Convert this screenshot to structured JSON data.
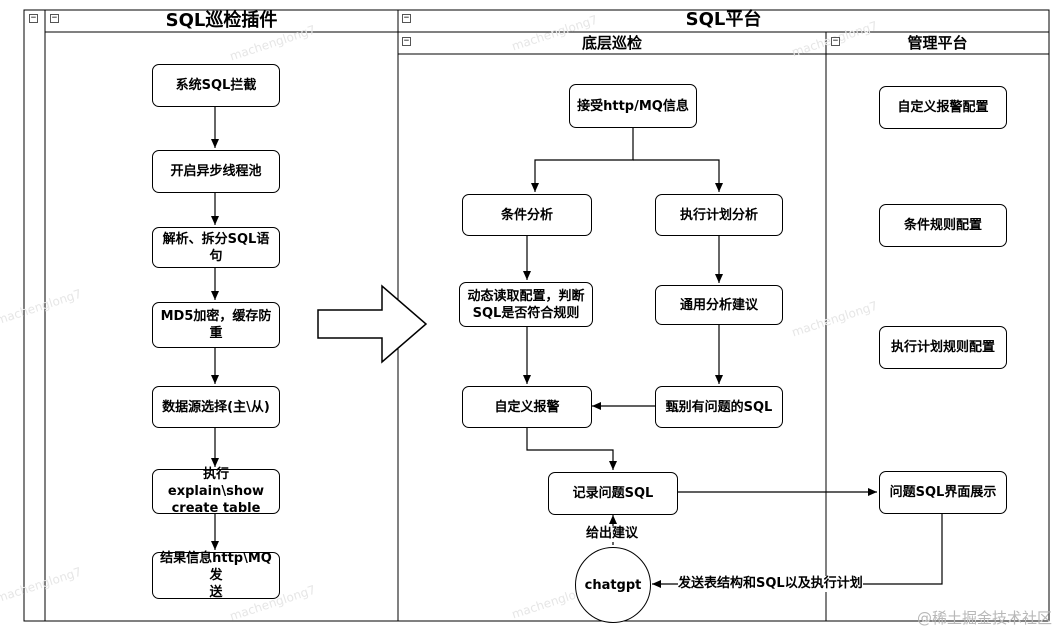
{
  "panels": {
    "plugin": {
      "title": "SQL巡检插件"
    },
    "platform": {
      "title": "SQL平台"
    },
    "inspection": {
      "title": "底层巡检"
    },
    "management": {
      "title": "管理平台"
    }
  },
  "plugin_steps": [
    "系统SQL拦截",
    "开启异步线程池",
    "解析、拆分SQL语句",
    "MD5加密，缓存防\n重",
    "数据源选择(主\\从)",
    "执行explain\\show\ncreate table",
    "结果信息http\\MQ发\n送"
  ],
  "inspection_nodes": {
    "receive": "接受http/MQ信息",
    "condition": "条件分析",
    "plan": "执行计划分析",
    "dynamic": "动态读取配置，判断\nSQL是否符合规则",
    "common": "通用分析建议",
    "custom_alert": "自定义报警",
    "identify": "甄别有问题的SQL",
    "record": "记录问题SQL",
    "chatgpt": "chatgpt"
  },
  "edge_labels": {
    "advice": "给出建议",
    "send": "发送表结构和SQL以及执行计划"
  },
  "management_nodes": {
    "custom_alert_config": "自定义报警配置",
    "condition_rule_config": "条件规则配置",
    "plan_rule_config": "执行计划规则配置",
    "issue_display": "问题SQL界面展示"
  },
  "collapse_symbol": "−",
  "watermark_text": "machenglong7",
  "credit": "@稀土掘金技术社区",
  "colors": {
    "line": "#000000",
    "background": "#ffffff",
    "watermark": "#e6e6e6",
    "credit": "#b8b8b8"
  }
}
